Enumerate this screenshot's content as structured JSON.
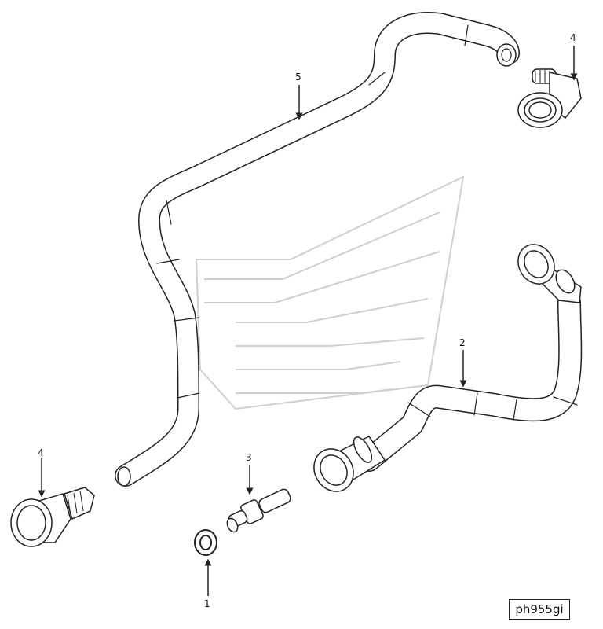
{
  "callouts": {
    "c1": "1",
    "c2": "2",
    "c3": "3",
    "c4_left": "4",
    "c4_right": "4",
    "c5": "5"
  },
  "figure_tag": "ph955gi",
  "colors": {
    "line": "#222222",
    "watermark": "#cfcfcf"
  }
}
